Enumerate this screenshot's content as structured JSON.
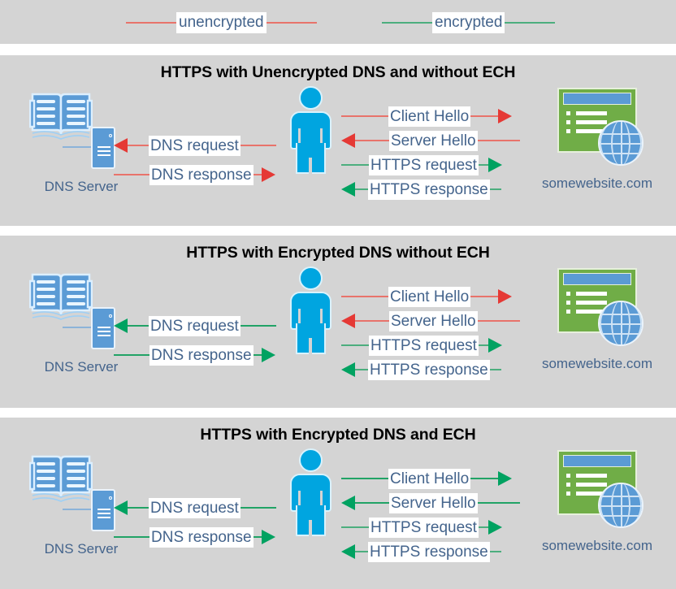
{
  "legend": {
    "items": [
      {
        "label": "unencrypted",
        "color": "#e8736b",
        "kind": "unencrypted-line"
      },
      {
        "label": "encrypted",
        "color": "#4cae7e",
        "kind": "encrypted-line"
      }
    ]
  },
  "actors": {
    "dns_server": {
      "caption": "DNS Server",
      "icon": "dns-server-book-icon"
    },
    "client": {
      "caption": "",
      "icon": "person-icon"
    },
    "website": {
      "caption": "somewebsite.com",
      "icon": "website-browser-globe-icon"
    }
  },
  "colors": {
    "panel_background": "#d4d4d4",
    "label_text": "#44648c",
    "title_text": "#000000",
    "unencrypted": "#e8736b",
    "unencrypted_arrow": "#e53935",
    "encrypted": "#21a366",
    "encrypted_arrow": "#00a261",
    "person": "#00a5e0",
    "server_blue": "#5b9bd5",
    "website_green": "#70ad47"
  },
  "panels": [
    {
      "title": "HTTPS with Unencrypted DNS and without ECH",
      "dns_flows": [
        {
          "label": "DNS request",
          "direction": "left",
          "encrypted": false
        },
        {
          "label": "DNS response",
          "direction": "right",
          "encrypted": false
        }
      ],
      "web_flows": [
        {
          "label": "Client Hello",
          "direction": "right",
          "encrypted": false
        },
        {
          "label": "Server Hello",
          "direction": "left",
          "encrypted": false
        },
        {
          "label": "HTTPS request",
          "direction": "right",
          "encrypted": true
        },
        {
          "label": "HTTPS response",
          "direction": "left",
          "encrypted": true
        }
      ]
    },
    {
      "title": "HTTPS with Encrypted DNS without ECH",
      "dns_flows": [
        {
          "label": "DNS request",
          "direction": "left",
          "encrypted": true
        },
        {
          "label": "DNS response",
          "direction": "right",
          "encrypted": true
        }
      ],
      "web_flows": [
        {
          "label": "Client Hello",
          "direction": "right",
          "encrypted": false
        },
        {
          "label": "Server Hello",
          "direction": "left",
          "encrypted": false
        },
        {
          "label": "HTTPS request",
          "direction": "right",
          "encrypted": true
        },
        {
          "label": "HTTPS response",
          "direction": "left",
          "encrypted": true
        }
      ]
    },
    {
      "title": "HTTPS with Encrypted DNS and ECH",
      "dns_flows": [
        {
          "label": "DNS request",
          "direction": "left",
          "encrypted": true
        },
        {
          "label": "DNS response",
          "direction": "right",
          "encrypted": true
        }
      ],
      "web_flows": [
        {
          "label": "Client Hello",
          "direction": "right",
          "encrypted": true
        },
        {
          "label": "Server Hello",
          "direction": "left",
          "encrypted": true
        },
        {
          "label": "HTTPS request",
          "direction": "right",
          "encrypted": true
        },
        {
          "label": "HTTPS response",
          "direction": "left",
          "encrypted": true
        }
      ]
    }
  ]
}
